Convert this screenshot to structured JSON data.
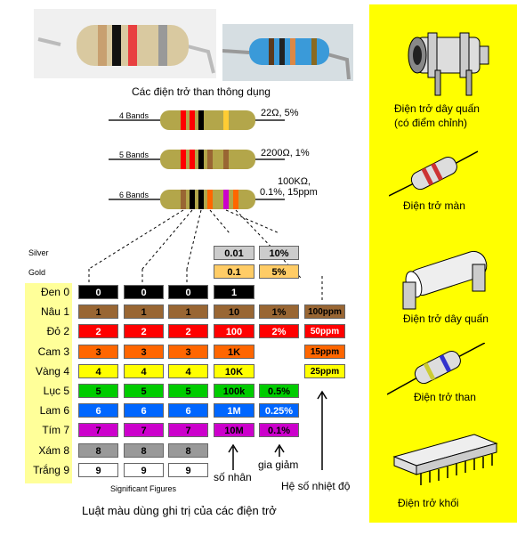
{
  "title_top": "Các điện trở than thông dụng",
  "caption_bottom": "Luật màu dùng ghi trị của các điện trở",
  "resistors": [
    {
      "label": "4 Bands",
      "value": "22Ω, 5%"
    },
    {
      "label": "5 Bands",
      "value": "2200Ω, 1%"
    },
    {
      "label": "6 Bands",
      "value_line1": "100KΩ,",
      "value_line2": "0.1%, 15ppm"
    }
  ],
  "special": {
    "silver_label": "Silver",
    "gold_label": "Gold",
    "silver_mult": "0.01",
    "silver_tol": "10%",
    "gold_mult": "0.1",
    "gold_tol": "5%"
  },
  "rows": [
    {
      "name": "Đen 0",
      "digit": "0",
      "mult": "1",
      "tol": "",
      "ppm": "",
      "bg": "#000000",
      "fg": "#ffffff"
    },
    {
      "name": "Nâu 1",
      "digit": "1",
      "mult": "10",
      "tol": "1%",
      "ppm": "100ppm",
      "bg": "#996633",
      "fg": "#000000"
    },
    {
      "name": "Đỏ 2",
      "digit": "2",
      "mult": "100",
      "tol": "2%",
      "ppm": "50ppm",
      "bg": "#ff0000",
      "fg": "#ffffff"
    },
    {
      "name": "Cam 3",
      "digit": "3",
      "mult": "1K",
      "tol": "",
      "ppm": "15ppm",
      "bg": "#ff6600",
      "fg": "#000000"
    },
    {
      "name": "Vàng 4",
      "digit": "4",
      "mult": "10K",
      "tol": "",
      "ppm": "25ppm",
      "bg": "#ffff00",
      "fg": "#000000"
    },
    {
      "name": "Lục 5",
      "digit": "5",
      "mult": "100k",
      "tol": "0.5%",
      "ppm": "",
      "bg": "#00cc00",
      "fg": "#000000"
    },
    {
      "name": "Lam 6",
      "digit": "6",
      "mult": "1M",
      "tol": "0.25%",
      "ppm": "",
      "bg": "#0066ff",
      "fg": "#ffffff"
    },
    {
      "name": "Tím 7",
      "digit": "7",
      "mult": "10M",
      "tol": "0.1%",
      "ppm": "",
      "bg": "#cc00cc",
      "fg": "#000000"
    },
    {
      "name": "Xám 8",
      "digit": "8",
      "mult": "",
      "tol": "",
      "ppm": "",
      "bg": "#999999",
      "fg": "#000000"
    },
    {
      "name": "Trắng 9",
      "digit": "9",
      "mult": "",
      "tol": "",
      "ppm": "",
      "bg": "#ffffff",
      "fg": "#000000"
    }
  ],
  "annotations": {
    "significant": "Significant  Figures",
    "so_nhan": "số nhân",
    "gia_giam": "gia giảm",
    "he_so": "Hệ số nhiệt độ"
  },
  "right_panel": {
    "bg": "#ffff00",
    "items": [
      {
        "icon": "wirewound-adjustable-resistor-icon",
        "line1": "Điện trở dây quấn",
        "line2": "(có điểm chỉnh)"
      },
      {
        "icon": "film-resistor-icon",
        "line1": "Điện trở màn"
      },
      {
        "icon": "wirewound-resistor-icon",
        "line1": "Điện trở dây quấn"
      },
      {
        "icon": "carbon-resistor-icon",
        "line1": "Điện trở than"
      },
      {
        "icon": "resistor-network-icon",
        "line1": "Điện trở khối"
      }
    ]
  }
}
